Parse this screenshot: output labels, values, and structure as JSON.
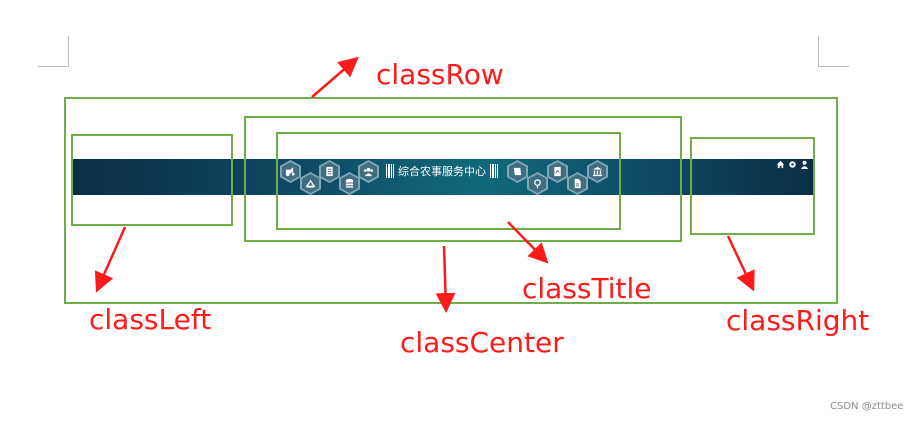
{
  "labels": {
    "row": "classRow",
    "left": "classLeft",
    "center": "classCenter",
    "title": "classTitle",
    "right": "classRight"
  },
  "banner": {
    "title": "综合农事服务中心",
    "left_icons": [
      "tractor-icon",
      "planting-icon",
      "document-icon",
      "database-icon",
      "users-icon"
    ],
    "right_icons": [
      "book-icon",
      "location-icon",
      "report-icon",
      "file-icon",
      "bank-icon"
    ],
    "toolbar_icons": [
      "home-icon",
      "gear-icon",
      "user-icon"
    ]
  },
  "colors": {
    "label_red": "#ff1a1a",
    "box_green": "#70ad47",
    "banner_dark": "#0b2e47",
    "banner_light": "#12697c"
  },
  "watermark": "CSDN @zttbee"
}
